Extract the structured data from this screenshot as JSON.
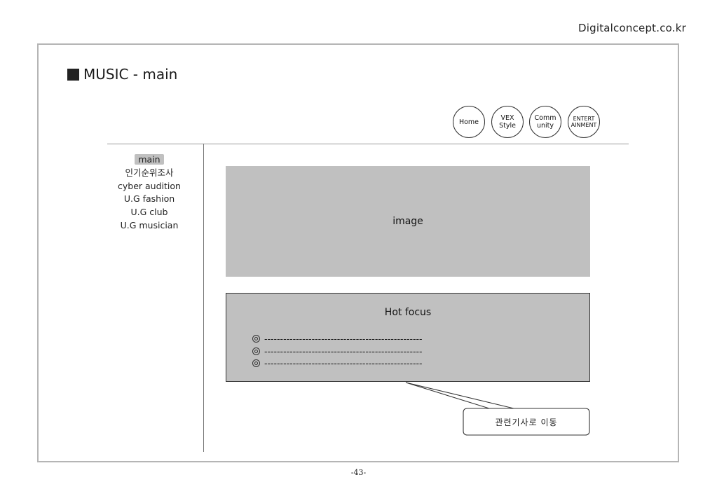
{
  "site": "Digitalconcept.co.kr",
  "title": "MUSIC - main",
  "nav": {
    "home": "Home",
    "vex": "VEX\nStyle",
    "community": "Comm\nunity",
    "entertainment": "ENTERT\nAINMENT"
  },
  "menu": {
    "items": [
      "main",
      "인기순위조사",
      "cyber audition",
      "U.G fashion",
      "U.G club",
      "U.G musician"
    ],
    "active": "main"
  },
  "image_placeholder": "image",
  "hot_focus": {
    "title": "Hot focus",
    "bullet": "◎",
    "items": [
      "--------------------------------------------------",
      "--------------------------------------------------",
      "--------------------------------------------------"
    ]
  },
  "callout": "관련기사로 이동",
  "page_number": "-43-"
}
